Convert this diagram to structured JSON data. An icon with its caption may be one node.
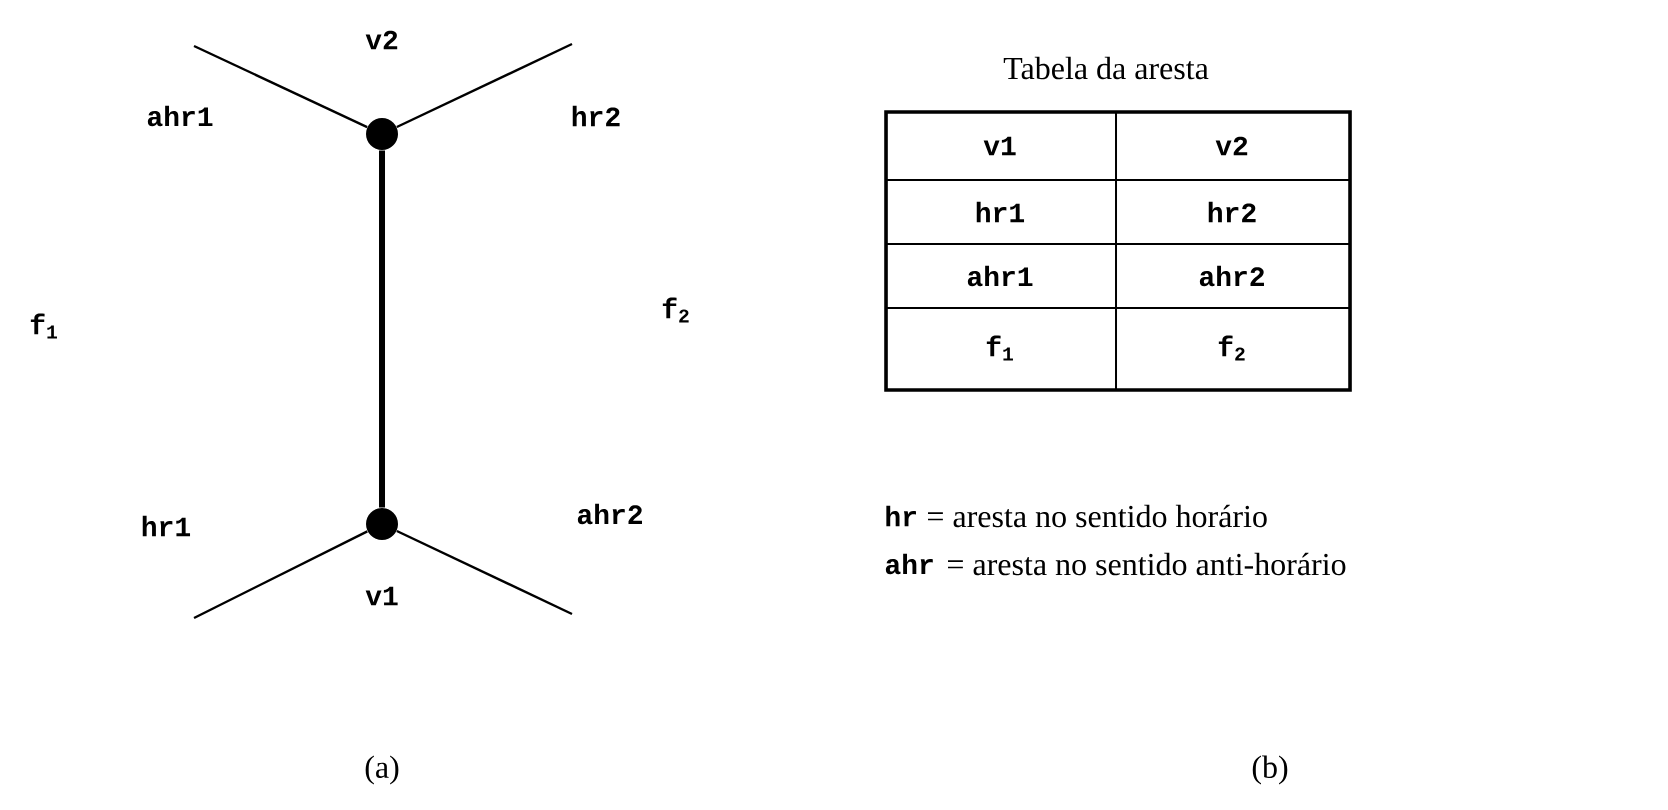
{
  "diagram": {
    "nodes": [
      {
        "text": [],
        "shape": "circle",
        "beside": [
          "v2"
        ]
      },
      {
        "text": [],
        "shape": "circle",
        "beside": [
          "v1"
        ]
      }
    ],
    "edges": [
      {
        "from": 1,
        "to": 0,
        "arrow": "none",
        "style": "thick"
      },
      {
        "from": 0,
        "to": null,
        "arrow": "none",
        "label": "ahr1"
      },
      {
        "from": 0,
        "to": null,
        "arrow": "none",
        "label": "hr2"
      },
      {
        "from": 1,
        "to": null,
        "arrow": "none",
        "label": "hr1"
      },
      {
        "from": 1,
        "to": null,
        "arrow": "none",
        "label": "ahr2"
      }
    ],
    "labels": [
      "f$_{1}$",
      "f$_{2}$",
      "Tabela da aresta",
      "v1",
      "v2",
      "hr1",
      "hr2",
      "ahr1",
      "ahr2",
      "f$_{1}$",
      "f$_{2}$",
      "hr",
      "= aresta no sentido horário",
      "ahr",
      "= aresta no sentido anti-horário",
      "(a)",
      "(b)"
    ]
  }
}
